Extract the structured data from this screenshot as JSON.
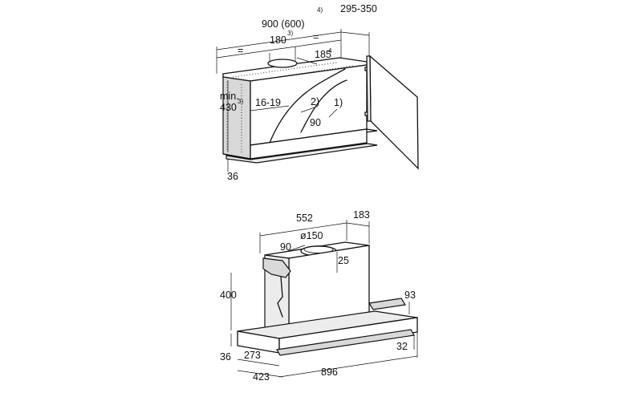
{
  "top_view": {
    "width_label": "900 (600)",
    "width_note": "4)",
    "depth_label": "295-350",
    "cutout_label": "180",
    "cutout_note": "3)",
    "equal_left": "=",
    "equal_right": "=",
    "offset_label": "185",
    "offset_note": "4",
    "height_min_label": "min.",
    "height_value": "430",
    "height_note": "3)",
    "inner_label": "16-19",
    "callout_2": "2)",
    "callout_1": "1)",
    "bottom_label": "90",
    "base_label": "36"
  },
  "bottom_view": {
    "width_label": "552",
    "depth_label": "183",
    "duct_label": "ø150",
    "duct_offset": "90",
    "duct_height": "25",
    "height_label": "400",
    "front_label": "93",
    "base_label": "36",
    "side_label": "273",
    "depth2_label": "423",
    "panel_label": "32",
    "total_width": "896"
  }
}
